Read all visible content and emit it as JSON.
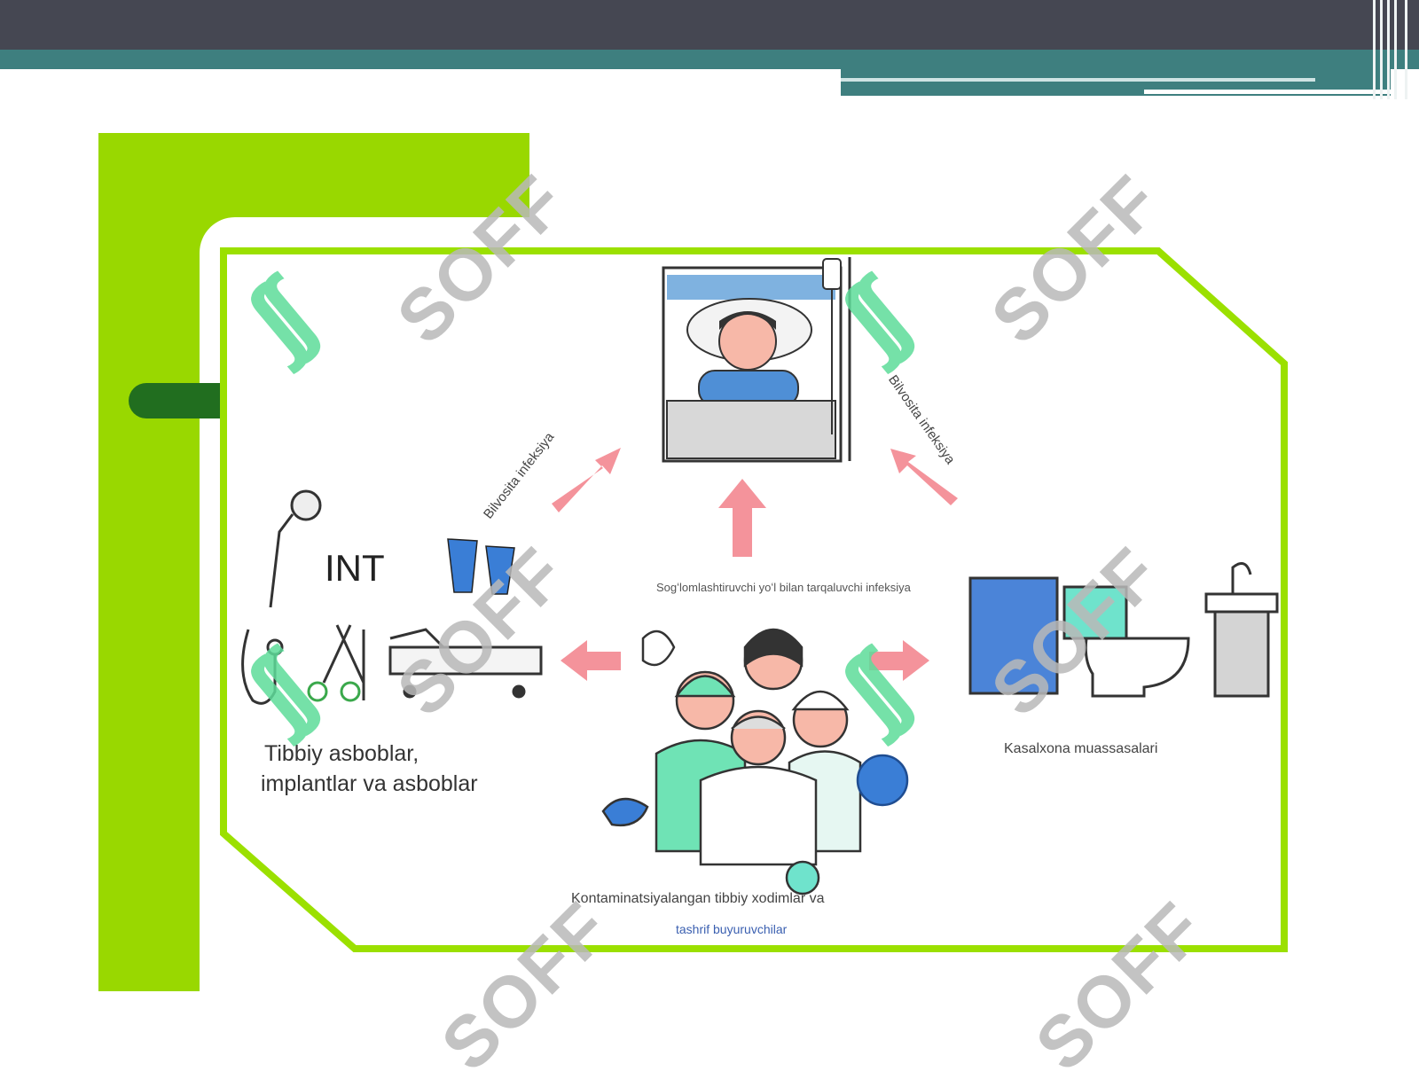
{
  "diagram": {
    "label_top_left": "Bilvosita infeksiya",
    "label_top_right": "Bilvosita infeksiya",
    "label_center": "Sogʻlomlashtiruvchi yoʻl bilan tarqaluvchi infeksiya",
    "int_text": "INT",
    "label_instruments_line1": "Tibbiy asboblar,",
    "label_instruments_line2": "implantlar va asboblar",
    "label_bathroom": "Kasalxona muassasalari",
    "label_staff_line1": "Kontaminatsiyalangan tibbiy xodimlar va",
    "label_staff_line2": "tashrif buyuruvchilar",
    "watermark": "SOFF",
    "watermark_logo": "ʃʃ"
  },
  "colors": {
    "top_bar": "#454752",
    "teal_bar": "#3e7f7f",
    "green_block": "#99d800",
    "frame_border": "#9be000",
    "tab": "#216e1f",
    "arrow": "#f4939b",
    "watermark_text": "#b9b9b9",
    "watermark_logo": "#5edc9a"
  }
}
